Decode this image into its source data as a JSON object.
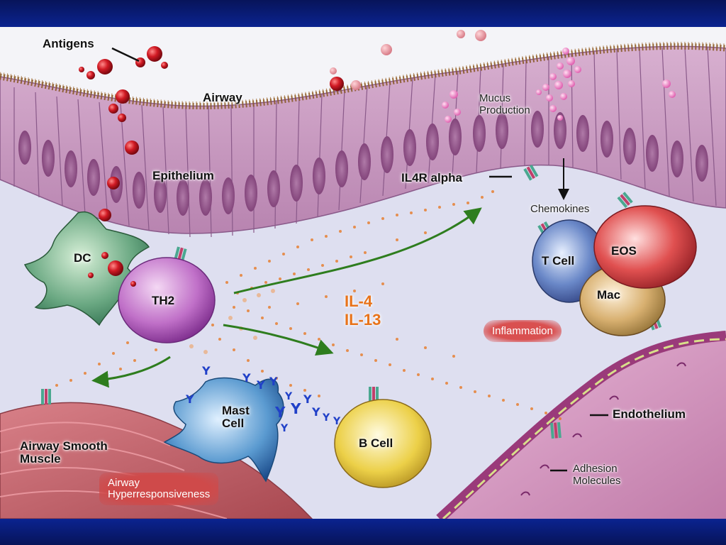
{
  "labels": {
    "antigens": "Antigens",
    "airway": "Airway",
    "epithelium": "Epithelium",
    "mucus_production": "Mucus\nProduction",
    "il4r_alpha": "IL4R alpha",
    "chemokines": "Chemokines",
    "t_cell": "T Cell",
    "eos": "EOS",
    "mac": "Mac",
    "dc": "DC",
    "th2": "TH2",
    "il4": "IL-4",
    "il13": "IL-13",
    "inflammation": "Inflammation",
    "mast_cell": "Mast\nCell",
    "b_cell": "B Cell",
    "airway_smooth_muscle": "Airway Smooth\nMuscle",
    "airway_hyperresponsiveness": "Airway\nHyperresponsiveness",
    "endothelium": "Endothelium",
    "adhesion_molecules": "Adhesion\nMolecules"
  },
  "colors": {
    "frame": "#0a1a6e",
    "background": "#dedff0",
    "epithelium": "#c89abf",
    "cilia": "#8a5a2a",
    "antigen": "#c41822",
    "cytokine": "#e8731a",
    "arrow": "#2e7d1e",
    "inflammation": "#d95050",
    "muscle": "#c86a72",
    "endothelium": "#b04a8a",
    "antibody": "#2040c8"
  }
}
